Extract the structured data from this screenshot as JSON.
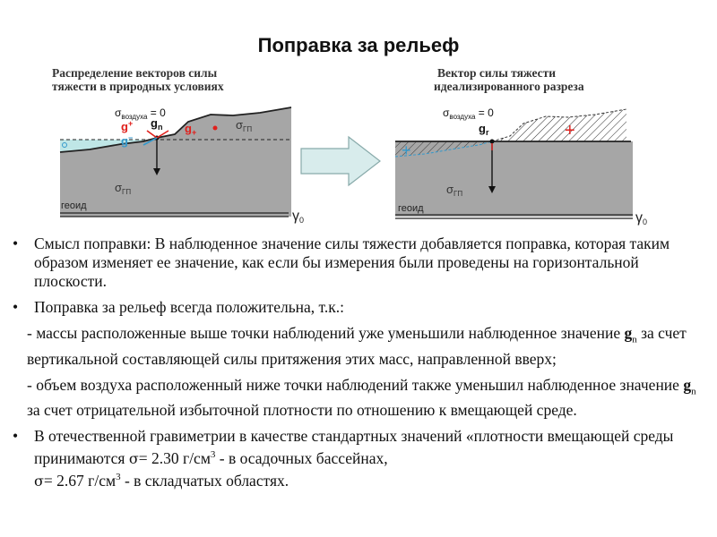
{
  "title": "Поправка за рельеф",
  "left_figure": {
    "caption_line1": "Распределение векторов силы",
    "caption_line2": "тяжести в  природных условиях",
    "sigma_air": "σ",
    "sigma_air_sub": "воздуха",
    "sigma_air_eq": " = 0",
    "sigma_gp_top": "σ",
    "sigma_gp_top_sub": "ГП",
    "sigma_gp_bottom": "σ",
    "sigma_gp_bottom_sub": "ГП",
    "g_plus_top": "g",
    "g_plus_top_sub": "+",
    "g_minus": "g",
    "g_minus_sub": "−",
    "g_n": "g",
    "g_n_sub": "n",
    "g_plus_right": "g",
    "g_plus_right_sub": "+",
    "geoid": "геоид",
    "gamma": "γ",
    "gamma_sub": "0"
  },
  "right_figure": {
    "caption_line1": "Вектор силы тяжести",
    "caption_line2": "идеализированного разреза",
    "sigma_air": "σ",
    "sigma_air_sub": "воздуха",
    "sigma_air_eq": " = 0",
    "g_r": "g",
    "g_r_sub": "r",
    "plus": "+",
    "sigma_gp": "σ",
    "sigma_gp_sub": "ГП",
    "geoid": "геоид",
    "gamma": "γ",
    "gamma_sub": "0"
  },
  "colors": {
    "rock": "#a6a6a6",
    "water": "#bfe6e6",
    "ground_line": "#222222",
    "red": "#e0201c",
    "blue": "#3399cc",
    "arrow_fill": "#d8ecec"
  },
  "text": {
    "p1_bullet": "•",
    "p1": "Смысл поправки: В наблюденное значение силы тяжести добавляется поправка, которая таким образом изменяет ее значение, как если бы измерения были проведены на горизонтальной плоскости.",
    "p2_bullet": "•",
    "p2": "Поправка за рельеф  всегда положительна, т.к.:",
    "p3_a": "- массы расположенные выше точки наблюдений уже уменьшили наблюденное значение ",
    "p3_g": "g",
    "p3_gsub": "n",
    "p3_b": " за счет вертикальной составляющей силы притяжения этих масс, направленной вверх;",
    "p4_a": "- объем воздуха расположенный ниже точки наблюдений также уменьшил наблюденное значение ",
    "p4_g": "g",
    "p4_gsub": "n",
    "p4_b": " за счет отрицательной избыточной плотности по отношению к вмещающей среде.",
    "p5_bullet": "•",
    "p5_a": "В отечественной гравиметрии в качестве стандартных значений «плотности вмещающей среды принимаются ",
    "p5_sigma": "σ",
    "p5_b": "= 2.30 г/см",
    "p5_sup": "3",
    "p5_c": "  - в осадочных бассейнах,",
    "p6_sigma": "σ",
    "p6_a": "= 2.67 г/см",
    "p6_sup": "3",
    "p6_b": " - в  складчатых областях."
  }
}
